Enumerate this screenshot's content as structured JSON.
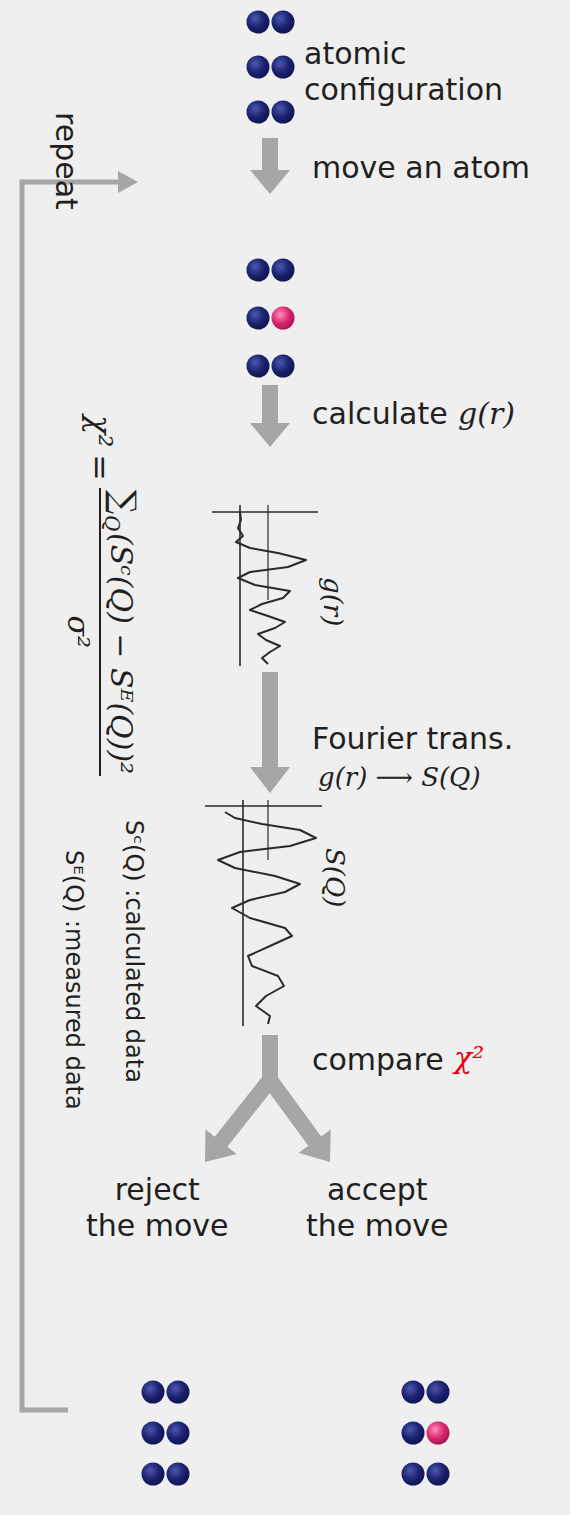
{
  "diagram": {
    "nodes": [
      {
        "text": [
          "atomic configuration"
        ]
      },
      {
        "text": [
          "g(r)"
        ]
      },
      {
        "text": [
          "S(Q)"
        ]
      },
      {
        "text": [
          "reject the move"
        ]
      },
      {
        "text": [
          "accept the move"
        ]
      }
    ],
    "edges": [
      {
        "from": 1,
        "to": 2,
        "arrow": "to",
        "label": "Fourier trans."
      },
      {
        "from": 2,
        "to": 3,
        "arrow": "to"
      },
      {
        "from": 2,
        "to": 4,
        "arrow": "to"
      }
    ],
    "labels": [
      "move an atom",
      "calculate",
      "g(r)",
      "g(r) ⟶ S(Q)",
      "compare",
      "χ²",
      "repeat",
      "χ²",
      "=",
      "∑",
      "Q",
      "(Sᶜ(Q) − Sᴱ(Q))²",
      "σ²",
      "Sᶜ(Q) :calculated data",
      "Sᴱ(Q) :measured data"
    ]
  }
}
